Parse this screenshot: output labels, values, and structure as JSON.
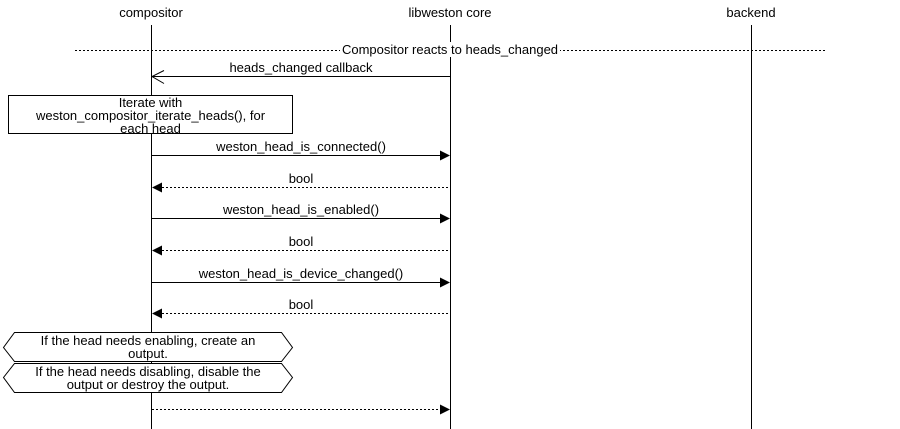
{
  "participants": [
    {
      "label": "compositor"
    },
    {
      "label": "libweston core"
    },
    {
      "label": "backend"
    }
  ],
  "divider": {
    "label": "Compositor reacts to heads_changed"
  },
  "messages": [
    {
      "label": "heads_changed callback",
      "from": "libweston core",
      "to": "compositor",
      "line": "solid",
      "arrowhead": "open"
    },
    {
      "label": "weston_head_is_connected()",
      "from": "compositor",
      "to": "libweston core",
      "line": "solid",
      "arrowhead": "filled"
    },
    {
      "label": "bool",
      "from": "libweston core",
      "to": "compositor",
      "line": "dotted",
      "arrowhead": "filled"
    },
    {
      "label": "weston_head_is_enabled()",
      "from": "compositor",
      "to": "libweston core",
      "line": "solid",
      "arrowhead": "filled"
    },
    {
      "label": "bool",
      "from": "libweston core",
      "to": "compositor",
      "line": "dotted",
      "arrowhead": "filled"
    },
    {
      "label": "weston_head_is_device_changed()",
      "from": "compositor",
      "to": "libweston core",
      "line": "solid",
      "arrowhead": "filled"
    },
    {
      "label": "bool",
      "from": "libweston core",
      "to": "compositor",
      "line": "dotted",
      "arrowhead": "filled"
    },
    {
      "label": "",
      "from": "compositor",
      "to": "libweston core",
      "line": "dotted",
      "arrowhead": "filled"
    }
  ],
  "notes": {
    "iterate": {
      "lines": [
        "Iterate with",
        "weston_compositor_iterate_heads(), for",
        "each head"
      ]
    },
    "enable": {
      "lines": [
        "If the head needs enabling, create an",
        "output."
      ]
    },
    "disable": {
      "lines": [
        "If the head needs disabling, disable the",
        "output or destroy the output."
      ]
    }
  },
  "colors": {
    "foreground": "#000000",
    "background": "#ffffff"
  }
}
